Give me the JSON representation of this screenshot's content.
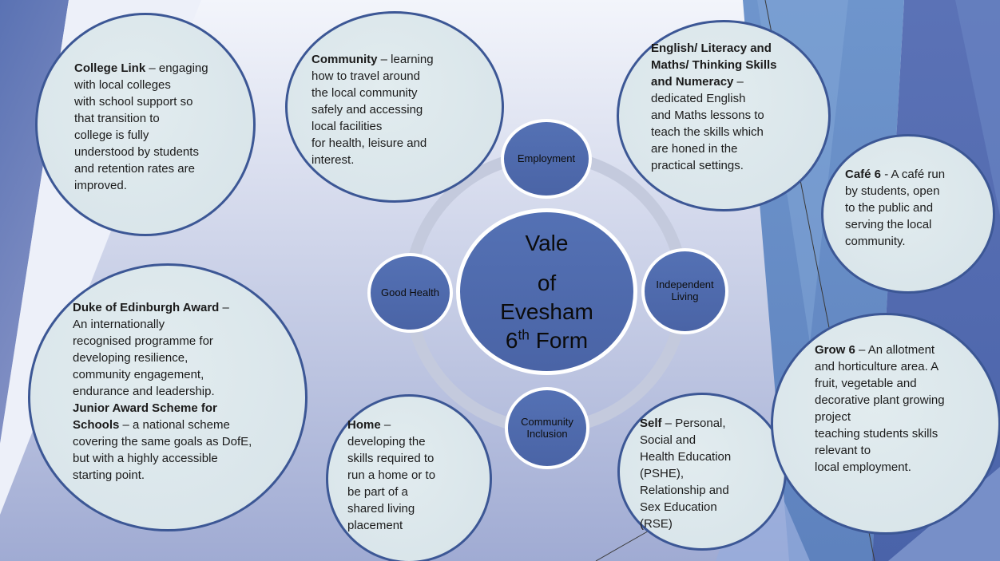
{
  "slide": {
    "title": "Vale of Evesham 6th Form provision diagram",
    "center": {
      "lines": [
        "Vale",
        "of",
        "Evesham"
      ],
      "line4": {
        "base": "6",
        "sup": "th",
        "rest": " Form"
      }
    },
    "spokes": [
      {
        "label": "Employment"
      },
      {
        "label": "Good Health"
      },
      {
        "label": "Independent\nLiving"
      },
      {
        "label": "Community\nInclusion"
      }
    ],
    "callouts": [
      {
        "id": "college-link",
        "parts": [
          {
            "b": true,
            "t": "College Link"
          },
          {
            "b": false,
            "t": " – engaging\nwith local colleges\nwith school support so\nthat transition to\ncollege is fully\nunderstood by students\nand retention rates are\nimproved."
          }
        ]
      },
      {
        "id": "community",
        "parts": [
          {
            "b": true,
            "t": "Community"
          },
          {
            "b": false,
            "t": " – learning\nhow to travel around\nthe local community\nsafely and accessing\nlocal facilities\nfor health, leisure and\ninterest."
          }
        ]
      },
      {
        "id": "english-maths",
        "parts": [
          {
            "b": true,
            "t": "English/ Literacy and\nMaths/ Thinking Skills\nand Numeracy"
          },
          {
            "b": false,
            "t": " –\ndedicated English\nand Maths lessons to\nteach the skills which\nare honed in the\npractical settings."
          }
        ]
      },
      {
        "id": "cafe-6",
        "parts": [
          {
            "b": true,
            "t": "Café 6"
          },
          {
            "b": false,
            "t": " - A café run\nby students, open\nto the public and\nserving the local\ncommunity."
          }
        ]
      },
      {
        "id": "duke-of-edinburgh",
        "parts": [
          {
            "b": true,
            "t": "Duke of Edinburgh Award"
          },
          {
            "b": false,
            "t": " –\nAn internationally\nrecognised programme for\ndeveloping resilience,\ncommunity engagement,\nendurance and leadership.\n"
          },
          {
            "b": true,
            "t": "Junior Award Scheme for\nSchools"
          },
          {
            "b": false,
            "t": " – a national scheme\ncovering the same goals as DofE,\nbut with a highly accessible\nstarting point."
          }
        ]
      },
      {
        "id": "home",
        "parts": [
          {
            "b": true,
            "t": "Home"
          },
          {
            "b": false,
            "t": " –\ndeveloping the\nskills required to\nrun a home or to\nbe part of a\nshared living\nplacement"
          }
        ]
      },
      {
        "id": "self",
        "parts": [
          {
            "b": true,
            "t": "Self"
          },
          {
            "b": false,
            "t": " – Personal,\nSocial and\nHealth Education\n(PSHE),\nRelationship and\nSex Education\n(RSE)"
          }
        ]
      },
      {
        "id": "grow-6",
        "parts": [
          {
            "b": true,
            "t": "Grow 6"
          },
          {
            "b": false,
            "t": " – An allotment\nand horticulture area. A\nfruit, vegetable and\ndecorative plant growing\nproject\nteaching students skills\nrelevant to\nlocal employment."
          }
        ]
      }
    ]
  },
  "theme": {
    "bg-top": "#F3F5FB",
    "bg-bottom": "#A0ABD3",
    "band-top": "#5A72B3",
    "band-bottom": "#8693C6",
    "wedge-light": "#EDF0F9",
    "mid-top": "#6E95CC",
    "mid-bottom": "#5E82BE",
    "mid-light": "#83A8D8",
    "dark-top": "#5B72B6",
    "dark-bottom": "#4A63A9",
    "dark-accent": "#6883C2",
    "corner-light": "#7F96CE",
    "tri-light": "#97ACDC",
    "ring": "#C4CADD",
    "node-fill-top": "#5471B4",
    "node-fill-bot": "#4A64A6",
    "node-border": "#FFFFFF",
    "callout-fill": "#D9E5EA",
    "callout-border": "#3C5795",
    "text": "#1B1B1B",
    "line": "#3A3A3A"
  }
}
